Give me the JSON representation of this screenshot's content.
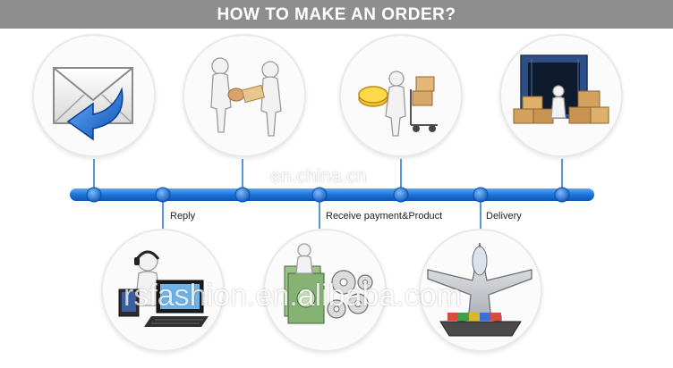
{
  "banner": {
    "title": "HOW TO MAKE AN ORDER?",
    "background": "#8e8e8e"
  },
  "accent_color": "#1c74d8",
  "steps": [
    {
      "label": "",
      "icon": "envelope-return-icon"
    },
    {
      "label": "Reply",
      "icon": "headset-computer-icon"
    },
    {
      "label": "",
      "icon": "negotiation-handshake-icon"
    },
    {
      "label": "Receive payment&Product",
      "icon": "money-gears-icon"
    },
    {
      "label": "",
      "icon": "coin-goods-cart-icon"
    },
    {
      "label": "Delivery",
      "icon": "airplane-ship-icon"
    },
    {
      "label": "",
      "icon": "container-boxes-icon"
    }
  ],
  "watermarks": {
    "site": "en.china.cn",
    "store": "rsfashion.en.alibaba.com"
  }
}
